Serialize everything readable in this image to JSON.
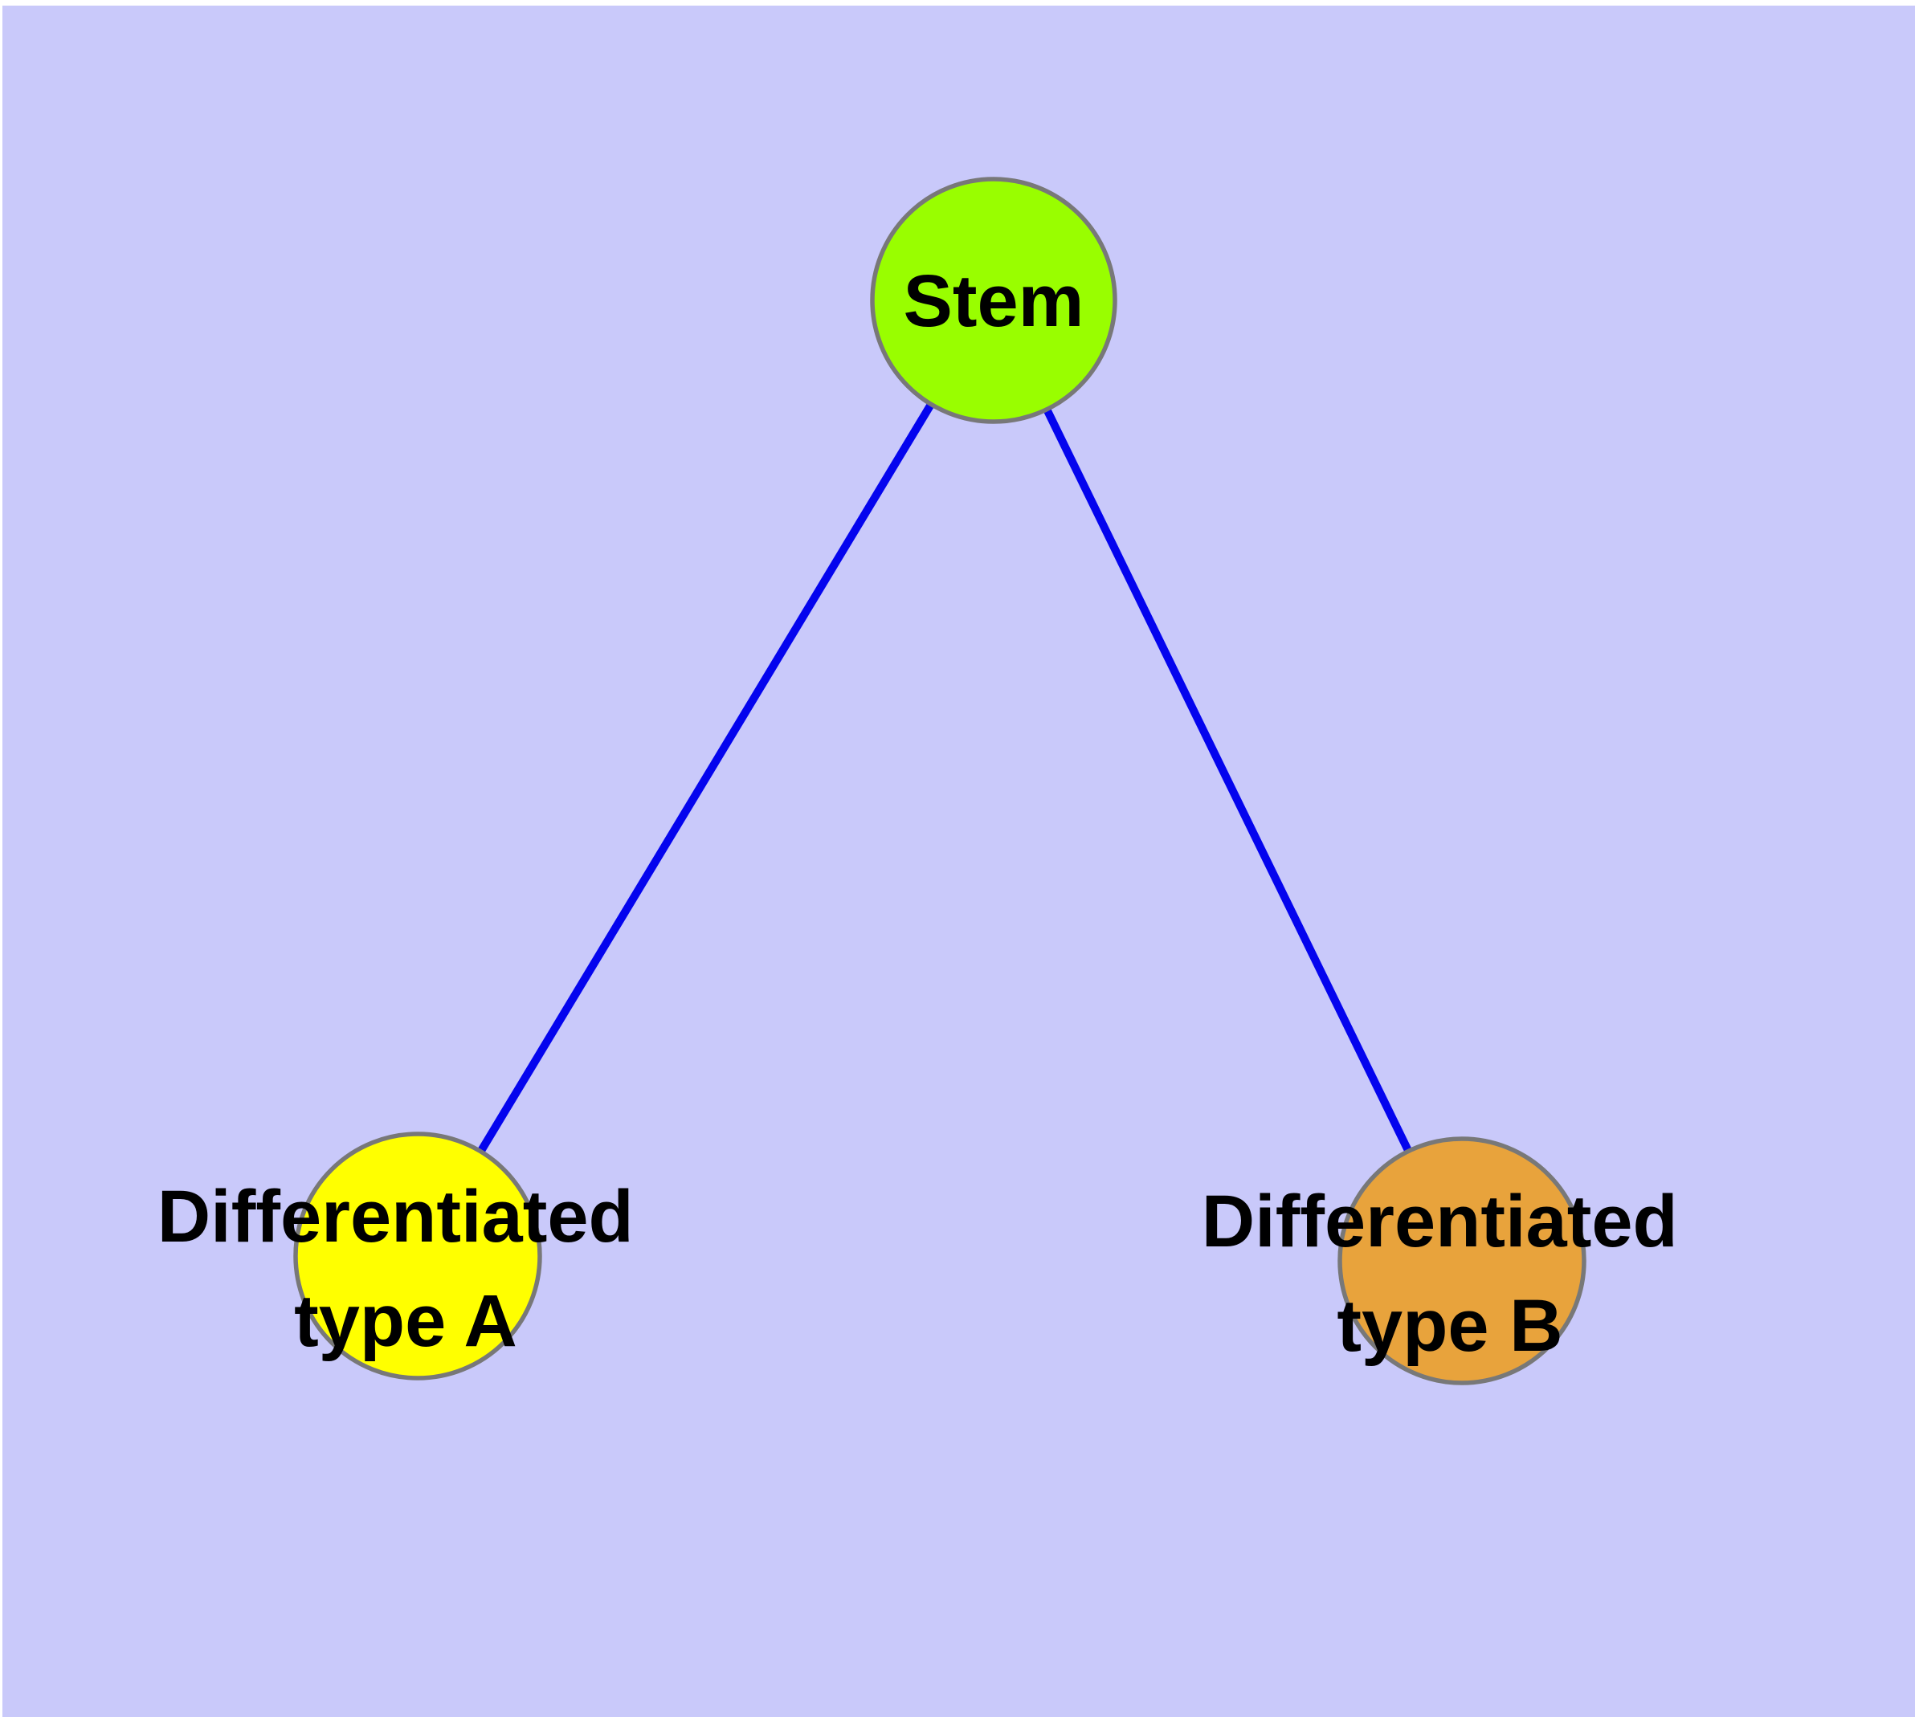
{
  "diagram": {
    "type": "graph",
    "background_color": "#c9c9fa",
    "frame_color": "#ffffff",
    "edge_color": "#0404ee",
    "node_border_color": "#787878",
    "label_color": "#000000",
    "nodes": [
      {
        "id": "stem",
        "label": "Stem",
        "label_line1": "Stem",
        "label_line2": "",
        "fill": "#99fe00"
      },
      {
        "id": "differentiated-type-a",
        "label": "Differentiated type A",
        "label_line1": "Differentiated",
        "label_line2": "type A",
        "fill": "#ffff00"
      },
      {
        "id": "differentiated-type-b",
        "label": "Differentiated type B",
        "label_line1": "Differentiated",
        "label_line2": "type B",
        "fill": "#e8a33c"
      }
    ],
    "edges": [
      {
        "from": "stem",
        "to": "differentiated-type-a"
      },
      {
        "from": "stem",
        "to": "differentiated-type-b"
      }
    ]
  }
}
